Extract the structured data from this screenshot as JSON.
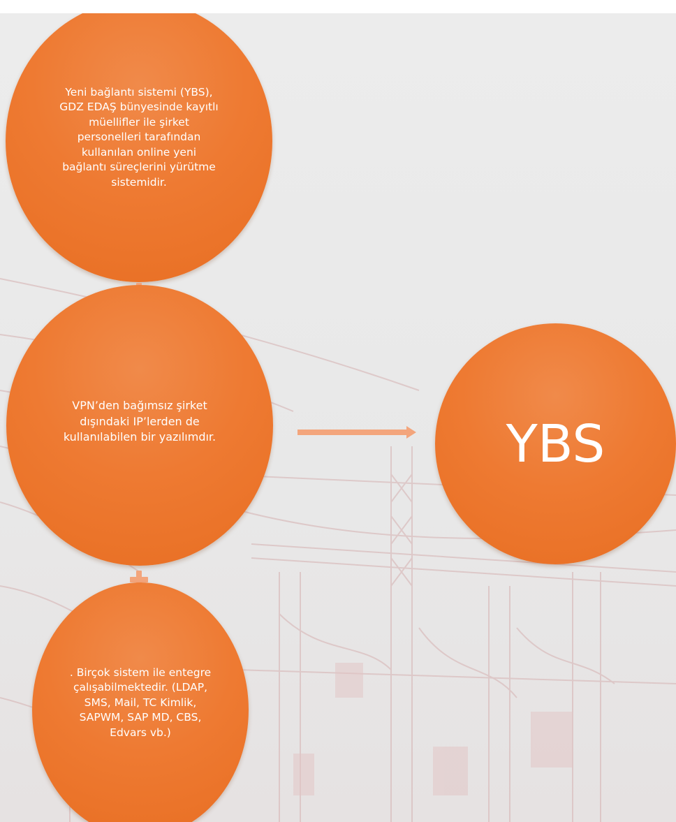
{
  "diagram": {
    "items": [
      {
        "text": "Yeni bağlantı sistemi (YBS), GDZ EDAŞ bünyesinde kayıtlı müellifler ile şirket personelleri tarafından kullanılan online yeni bağlantı süreçlerini yürütme sistemidir."
      },
      {
        "text": "VPN’den bağımsız şirket dışındaki IP’lerden de kullanılabilen bir yazılımdır."
      },
      {
        "text": ". Birçok sistem ile entegre çalışabilmektedir. (LDAP, SMS, Mail, TC Kimlik, SAPWM, SAP MD, CBS, Edvars vb.)"
      }
    ],
    "result": {
      "text": "YBS"
    },
    "connector_symbol": "plus-icon",
    "arrow_symbol": "right-arrow-icon"
  },
  "colors": {
    "circle_fill": "#ee7a32",
    "plus": "#f3a57c",
    "arrow": "#f3a57c",
    "background": "#ebebeb",
    "text": "#ffffff"
  }
}
